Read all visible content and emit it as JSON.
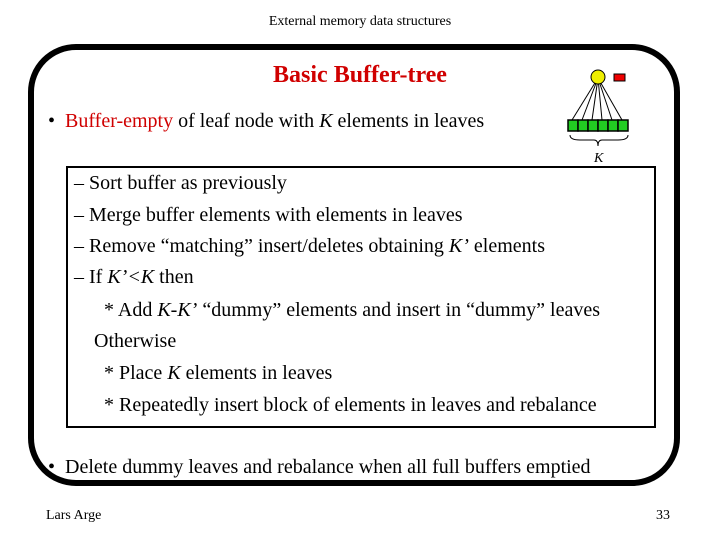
{
  "header": {
    "title": "External memory data structures"
  },
  "slide": {
    "title": "Basic Buffer-tree",
    "bullet1": {
      "marker": "•",
      "highlight": "Buffer-empty",
      "text_a": " of leaf node with ",
      "var": "K",
      "text_b": " elements in leaves"
    },
    "box": {
      "l1": "– Sort buffer as previously",
      "l2": "– Merge buffer elements with elements in leaves",
      "l3_a": "– Remove “matching” insert/deletes obtaining ",
      "l3_var": "K’",
      "l3_b": " elements",
      "l4_a": "– If ",
      "l4_var": "K’<K",
      "l4_b": " then",
      "l5_a": "* Add ",
      "l5_var": "K-K’",
      "l5_b": " “dummy” elements and insert in “dummy” leaves",
      "l6": "Otherwise",
      "l7_a": "* Place ",
      "l7_var": "K",
      "l7_b": " elements in leaves",
      "l8": "* Repeatedly insert block of elements in leaves and rebalance"
    },
    "bullet2": {
      "marker": "•",
      "text": "Delete dummy leaves and rebalance when all full buffers emptied"
    },
    "diagram": {
      "k_label": "K"
    }
  },
  "footer": {
    "author": "Lars Arge",
    "page": "33"
  },
  "colors": {
    "title": "#d00000",
    "leaf": "#22cc22",
    "node": "#eeee00",
    "buffer": "#ee0000"
  }
}
